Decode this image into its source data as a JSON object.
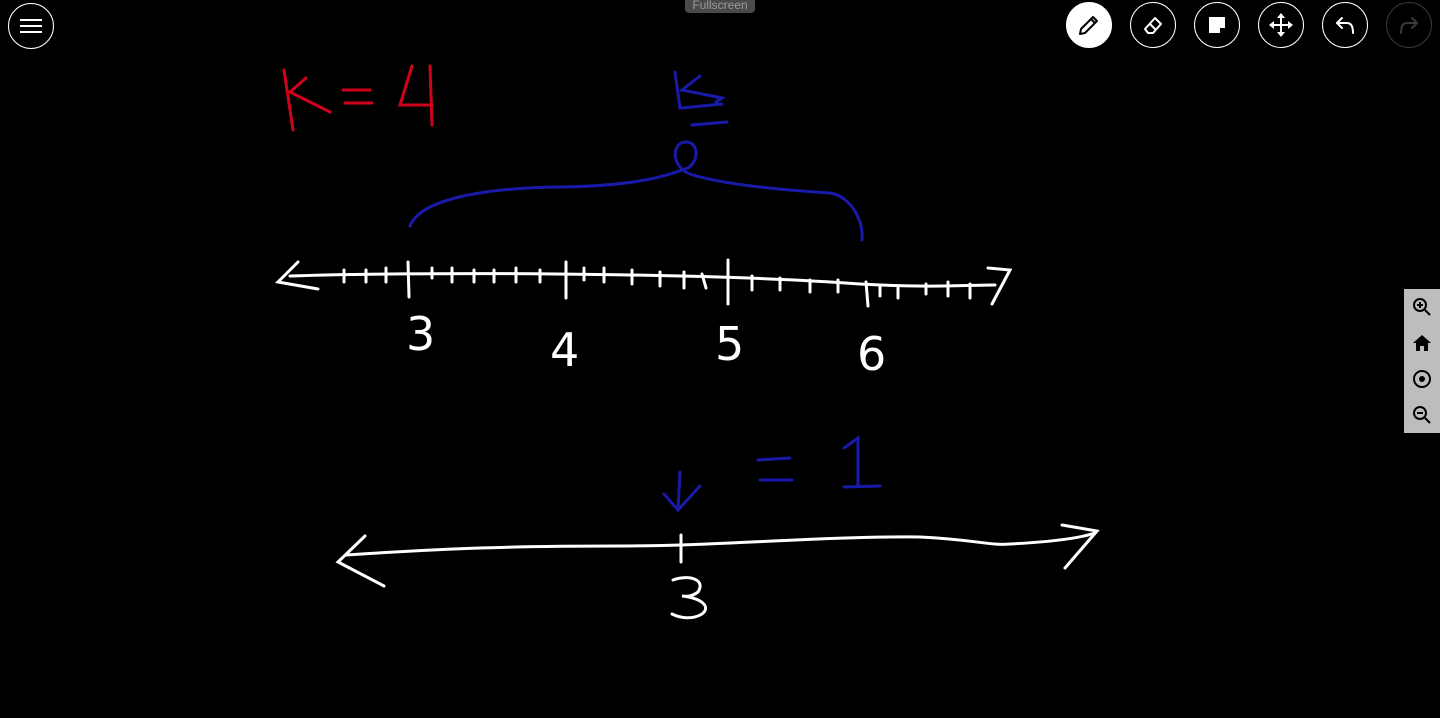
{
  "app": {
    "fullscreen_label": "Fullscreen"
  },
  "toolbar": {
    "tools": [
      {
        "icon": "pencil-icon",
        "active": true
      },
      {
        "icon": "eraser-icon",
        "active": false
      },
      {
        "icon": "sticky-note-icon",
        "active": false
      },
      {
        "icon": "move-icon",
        "active": false
      },
      {
        "icon": "undo-icon",
        "active": false
      },
      {
        "icon": "redo-icon",
        "active": false,
        "disabled": true
      }
    ]
  },
  "zoom_controls": [
    "zoom-in-icon",
    "home-icon",
    "center-icon",
    "zoom-out-icon"
  ],
  "drawing": {
    "colors": {
      "red": "#d0021b",
      "blue": "#1a1aaa",
      "white": "#ffffff"
    },
    "equation_red": "K = 4",
    "label_blue_top": "K",
    "upper_number_line_labels": [
      "3",
      "4",
      "5",
      "6"
    ],
    "equation_blue": "= 1",
    "lower_number_line_label": "3"
  }
}
